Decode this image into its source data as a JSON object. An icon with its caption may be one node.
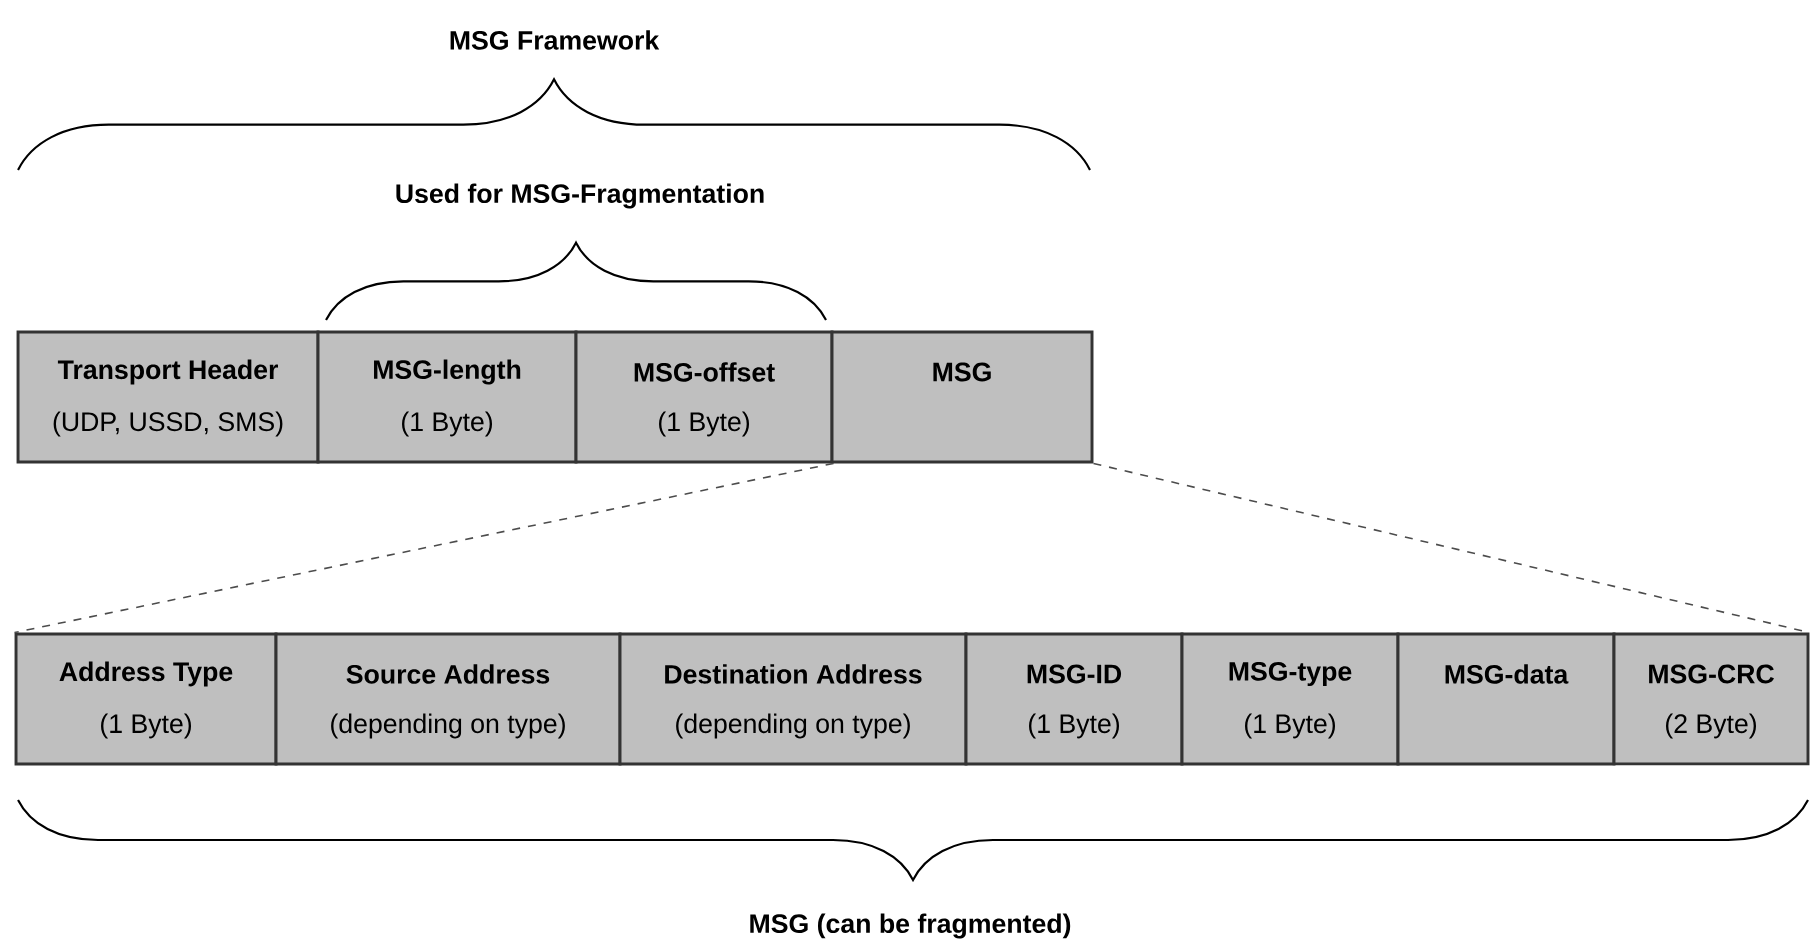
{
  "diagram": {
    "nodes": [
      {
        "text": [
          "Transport Header",
          "(UDP, USSD, SMS)"
        ]
      },
      {
        "text": [
          "MSG-length",
          "(1 Byte)"
        ]
      },
      {
        "text": [
          "MSG-offset",
          "(1 Byte)"
        ]
      },
      {
        "text": [
          "MSG"
        ]
      },
      {
        "text": [
          "Address Type",
          "(1 Byte)"
        ]
      },
      {
        "text": [
          "Source Address",
          "(depending on type)"
        ]
      },
      {
        "text": [
          "Destination Address",
          "(depending on type)"
        ]
      },
      {
        "text": [
          "MSG-ID",
          "(1 Byte)"
        ]
      },
      {
        "text": [
          "MSG-type",
          "(1 Byte)"
        ]
      },
      {
        "text": [
          "MSG-data"
        ]
      },
      {
        "text": [
          "MSG-CRC",
          "(2 Byte)"
        ]
      }
    ],
    "edges": [
      {
        "from": 2,
        "to": 4,
        "arrow": "none",
        "style": "dashed"
      },
      {
        "from": 3,
        "to": 10,
        "arrow": "none",
        "style": "dashed"
      }
    ],
    "labels": [
      "MSG Framework",
      "Used for MSG-Fragmentation",
      "MSG (can be fragmented)"
    ]
  }
}
